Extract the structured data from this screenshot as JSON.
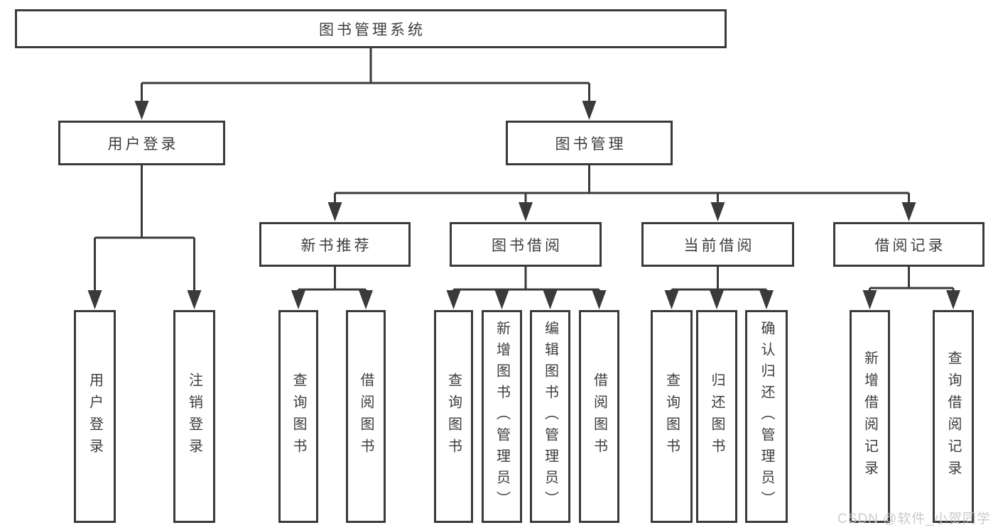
{
  "diagram_title": "图书管理系统",
  "tree": {
    "label": "图书管理系统",
    "children": [
      {
        "label": "用户登录",
        "children": [
          {
            "label": "用户登录"
          },
          {
            "label": "注销登录"
          }
        ]
      },
      {
        "label": "图书管理",
        "children": [
          {
            "label": "新书推荐",
            "children": [
              {
                "label": "查询图书"
              },
              {
                "label": "借阅图书"
              }
            ]
          },
          {
            "label": "图书借阅",
            "children": [
              {
                "label": "查询图书"
              },
              {
                "label": "新增图书（管理员）"
              },
              {
                "label": "编辑图书（管理员）"
              },
              {
                "label": "借阅图书"
              }
            ]
          },
          {
            "label": "当前借阅",
            "children": [
              {
                "label": "查询图书"
              },
              {
                "label": "归还图书"
              },
              {
                "label": "确认归还（管理员）"
              }
            ]
          },
          {
            "label": "借阅记录",
            "children": [
              {
                "label": "新增借阅记录"
              },
              {
                "label": "查询借阅记录"
              }
            ]
          }
        ]
      }
    ]
  },
  "watermark": "CSDN @软件_小贺同学",
  "colors": {
    "line": "#3a3a3a",
    "text": "#3d3d3d",
    "box_fill": "#ffffff",
    "watermark": "#c6c6c6",
    "background": "#ffffff"
  }
}
